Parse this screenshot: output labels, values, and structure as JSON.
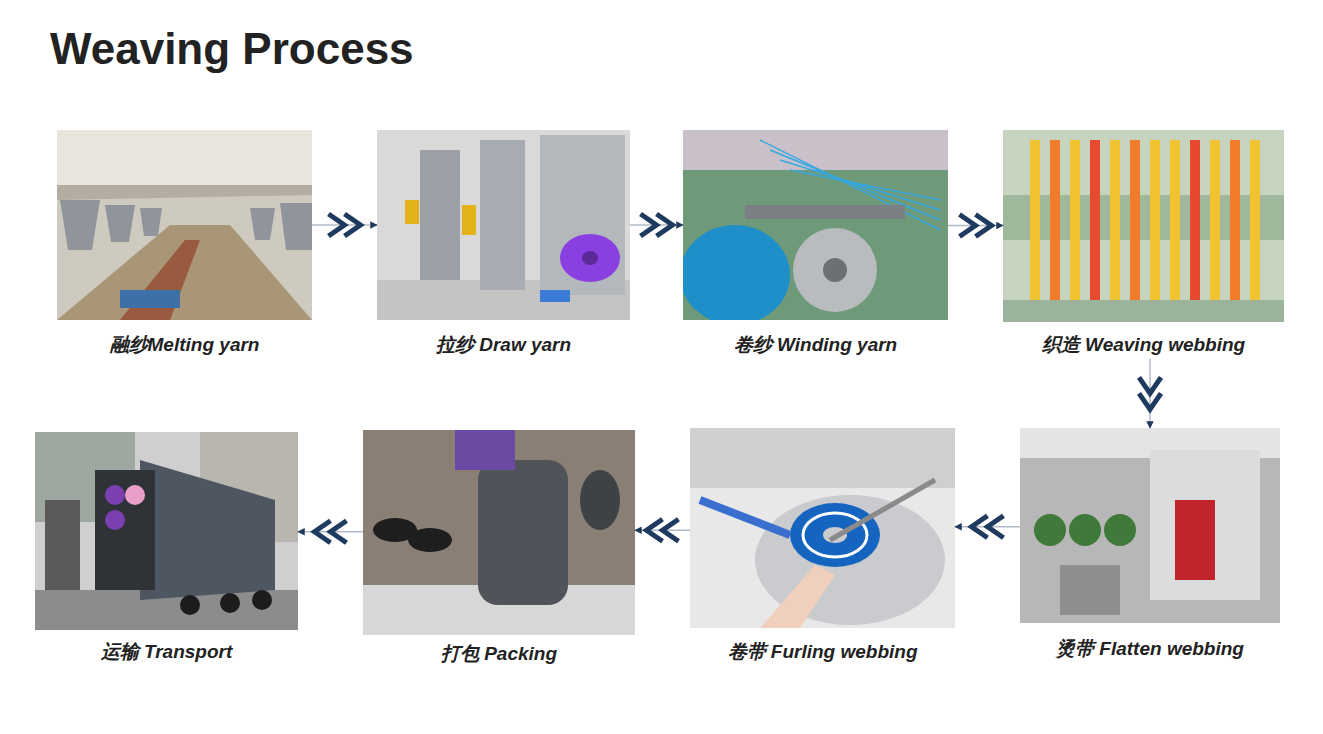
{
  "diagram": {
    "title": "Weaving Process",
    "nodes": [
      {
        "text": [
          "融纱Melting yarn"
        ]
      },
      {
        "text": [
          "拉纱 Draw yarn"
        ]
      },
      {
        "text": [
          "卷纱 Winding yarn"
        ]
      },
      {
        "text": [
          "织造 Weaving webbing"
        ]
      },
      {
        "text": [
          "烫带 Flatten webbing"
        ]
      },
      {
        "text": [
          "卷带 Furling webbing"
        ]
      },
      {
        "text": [
          "打包 Packing"
        ]
      },
      {
        "text": [
          "运输 Transport"
        ]
      }
    ],
    "edges": [
      {
        "from": 0,
        "to": 1,
        "arrow": "to"
      },
      {
        "from": 1,
        "to": 2,
        "arrow": "to"
      },
      {
        "from": 2,
        "to": 3,
        "arrow": "to"
      },
      {
        "from": 3,
        "to": 4,
        "arrow": "to"
      },
      {
        "from": 4,
        "to": 5,
        "arrow": "to"
      },
      {
        "from": 5,
        "to": 6,
        "arrow": "to"
      },
      {
        "from": 6,
        "to": 7,
        "arrow": "to"
      }
    ]
  }
}
